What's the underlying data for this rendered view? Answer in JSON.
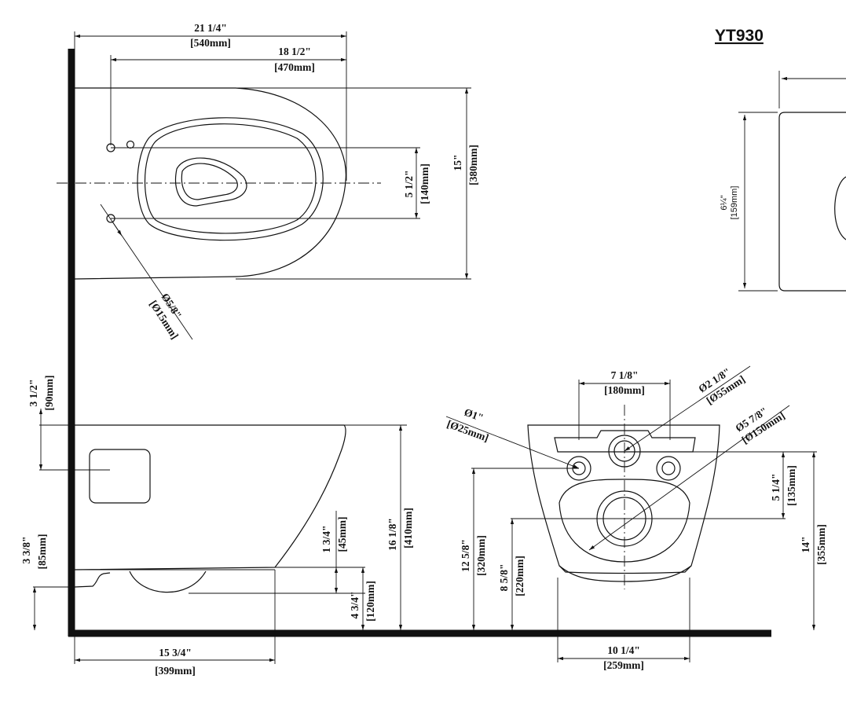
{
  "model": "YT930",
  "dims": {
    "overall_length": "21 1/4\"",
    "overall_length_mm": "[540mm]",
    "mount_to_front": "18 1/2\"",
    "mount_to_front_mm": "[470mm]",
    "bowl_width": "15\"",
    "bowl_width_mm": "[380mm]",
    "bolt_spacing": "5 1/2\"",
    "bolt_spacing_mm": "[140mm]",
    "bolt_hole": "Ø5/8\"",
    "bolt_hole_mm": "[Ø15mm]",
    "top_offset": "3 1/2\"",
    "top_offset_mm": "[90mm]",
    "base_offset": "3 3/8\"",
    "base_offset_mm": "[85mm]",
    "foot_gap": "1 3/4\"",
    "foot_gap_mm": "[45mm]",
    "rim_height": "16 1/8\"",
    "rim_height_mm": "[410mm]",
    "outlet_height": "4 3/4\"",
    "outlet_height_mm": "[120mm]",
    "projection": "15 3/4\"",
    "projection_mm": "[399mm]",
    "bolt_centers": "7 1/8\"",
    "bolt_centers_mm": "[180mm]",
    "inlet_dia": "Ø2 1/8\"",
    "inlet_dia_mm": "[Ø55mm]",
    "bolt_dia": "Ø1\"",
    "bolt_dia_mm": "[Ø25mm]",
    "outlet_dia": "Ø5 7/8\"",
    "outlet_dia_mm": "[Ø150mm]",
    "bolt_to_outlet": "5 1/4\"",
    "bolt_to_outlet_mm": "[135mm]",
    "bolt_height": "12 5/8\"",
    "bolt_height_mm": "[320mm]",
    "outlet_center_height": "8 5/8\"",
    "outlet_center_height_mm": "[220mm]",
    "inlet_height": "14\"",
    "inlet_height_mm": "[355mm]",
    "base_width": "10 1/4\"",
    "base_width_mm": "[259mm]",
    "seat_width": "6¼\"",
    "seat_width_mm": "[159mm]"
  }
}
